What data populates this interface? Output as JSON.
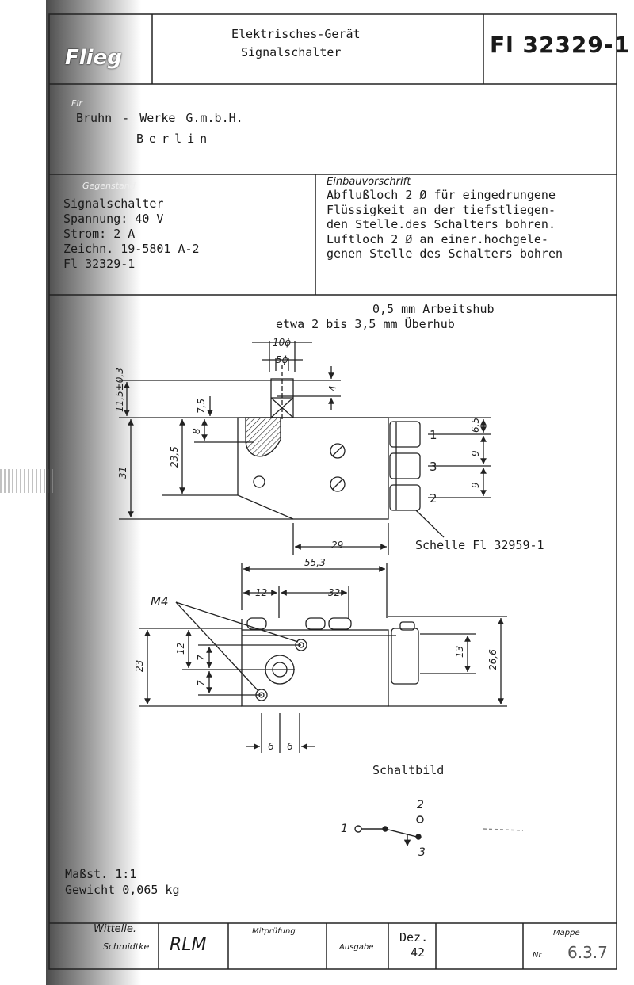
{
  "header": {
    "title_line1": "Elektrisches-Gerät",
    "title_line2": "Signalschalter",
    "drawing_number": "Fl 32329-1",
    "logo": "Flieg"
  },
  "maker": {
    "label": "Fir",
    "name_line": "Bruhn - Werke G.m.b.H.",
    "city_line": "Berlin"
  },
  "subject": {
    "heading": "Gegenstand",
    "lines": [
      "Signalschalter",
      "Spannung: 40 V",
      "Strom: 2 A",
      "Zeichn. 19-5801 A-2",
      "Fl 32329-1"
    ]
  },
  "install": {
    "heading": "Einbauvorschrift",
    "lines": [
      "Abflußloch 2 Ø für eingedrungene",
      "Flüssigkeit an der tiefstliegen-",
      "den Stelle.des Schalters bohren.",
      "Luftloch 2 Ø an einer.hochgele-",
      "genen Stelle des Schalters bohren"
    ]
  },
  "drawing": {
    "stroke_line1": "0,5 mm Arbeitshub",
    "stroke_line2": "etwa 2 bis 3,5 mm Überhub",
    "dims_top": {
      "d10": "10ϕ",
      "d5": "5ϕ",
      "d4": "4",
      "d115": "11,5±0,3",
      "d75": "7,5",
      "d8": "8",
      "d235": "23,5",
      "d31": "31",
      "d65": "6,5",
      "d9a": "9",
      "d9b": "9",
      "d29": "29"
    },
    "terminals": [
      "1",
      "3",
      "2"
    ],
    "clamp_label": "Schelle Fl 32959-1",
    "dims_bottom": {
      "d553": "55,3",
      "d12h": "12",
      "d32": "32",
      "d23": "23",
      "d12v": "12",
      "d7a": "7",
      "d7b": "7",
      "d13": "13",
      "d266": "26,6",
      "d6a": "6",
      "d6b": "6"
    },
    "m4_label": "M4",
    "schematic_title": "Schaltbild",
    "schematic_nums": [
      "1",
      "2",
      "3"
    ]
  },
  "footer": {
    "scale": "Maßst. 1:1",
    "weight": "Gewicht 0,065 kg",
    "signature_left": "Wittelle.",
    "signature_left2": "Schmidtke",
    "rlm": "RLM",
    "mitpruefung": "Mitprüfung",
    "ausgabe": "Ausgabe",
    "date_month": "Dez.",
    "date_year": "42",
    "mappe": "Mappe",
    "nr": "Nr",
    "nr_value": "6.3.7"
  }
}
